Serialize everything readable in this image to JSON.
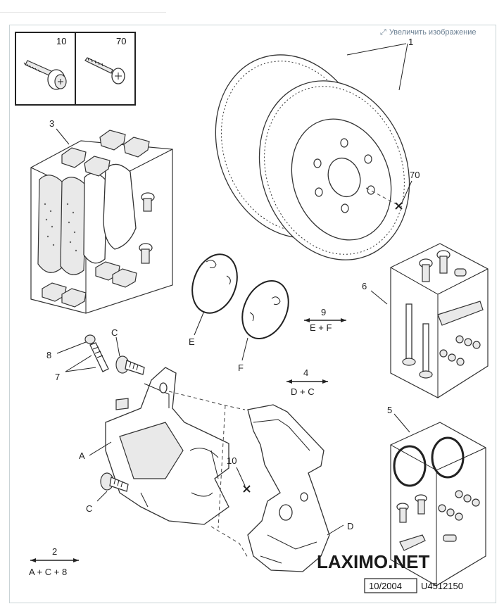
{
  "header": {
    "enlarge_link": "Увеличить изображение",
    "enlarge_icon": "expand-arrows-icon"
  },
  "bolt_box": {
    "left_ref": "10",
    "right_ref": "70"
  },
  "labels": {
    "disc": "1",
    "pads": "3",
    "disc_screw": "70",
    "guide_kit": "6",
    "seal_kit": "5",
    "spring_e": "E",
    "spring_f": "F",
    "bleed_cap": "8",
    "bleed_screw": "7",
    "bolt_c_top": "C",
    "bolt_c_bottom": "C",
    "caliper": "A",
    "bracket": "D",
    "bracket_bolt": "10"
  },
  "kits": [
    {
      "ref": "9",
      "contents": "E + F"
    },
    {
      "ref": "4",
      "contents": "D + C"
    },
    {
      "ref": "2",
      "contents": "A + C + 8"
    }
  ],
  "watermark": "LAXIMO.NET",
  "footer": {
    "date": "10/2004",
    "code": "U4512150"
  }
}
